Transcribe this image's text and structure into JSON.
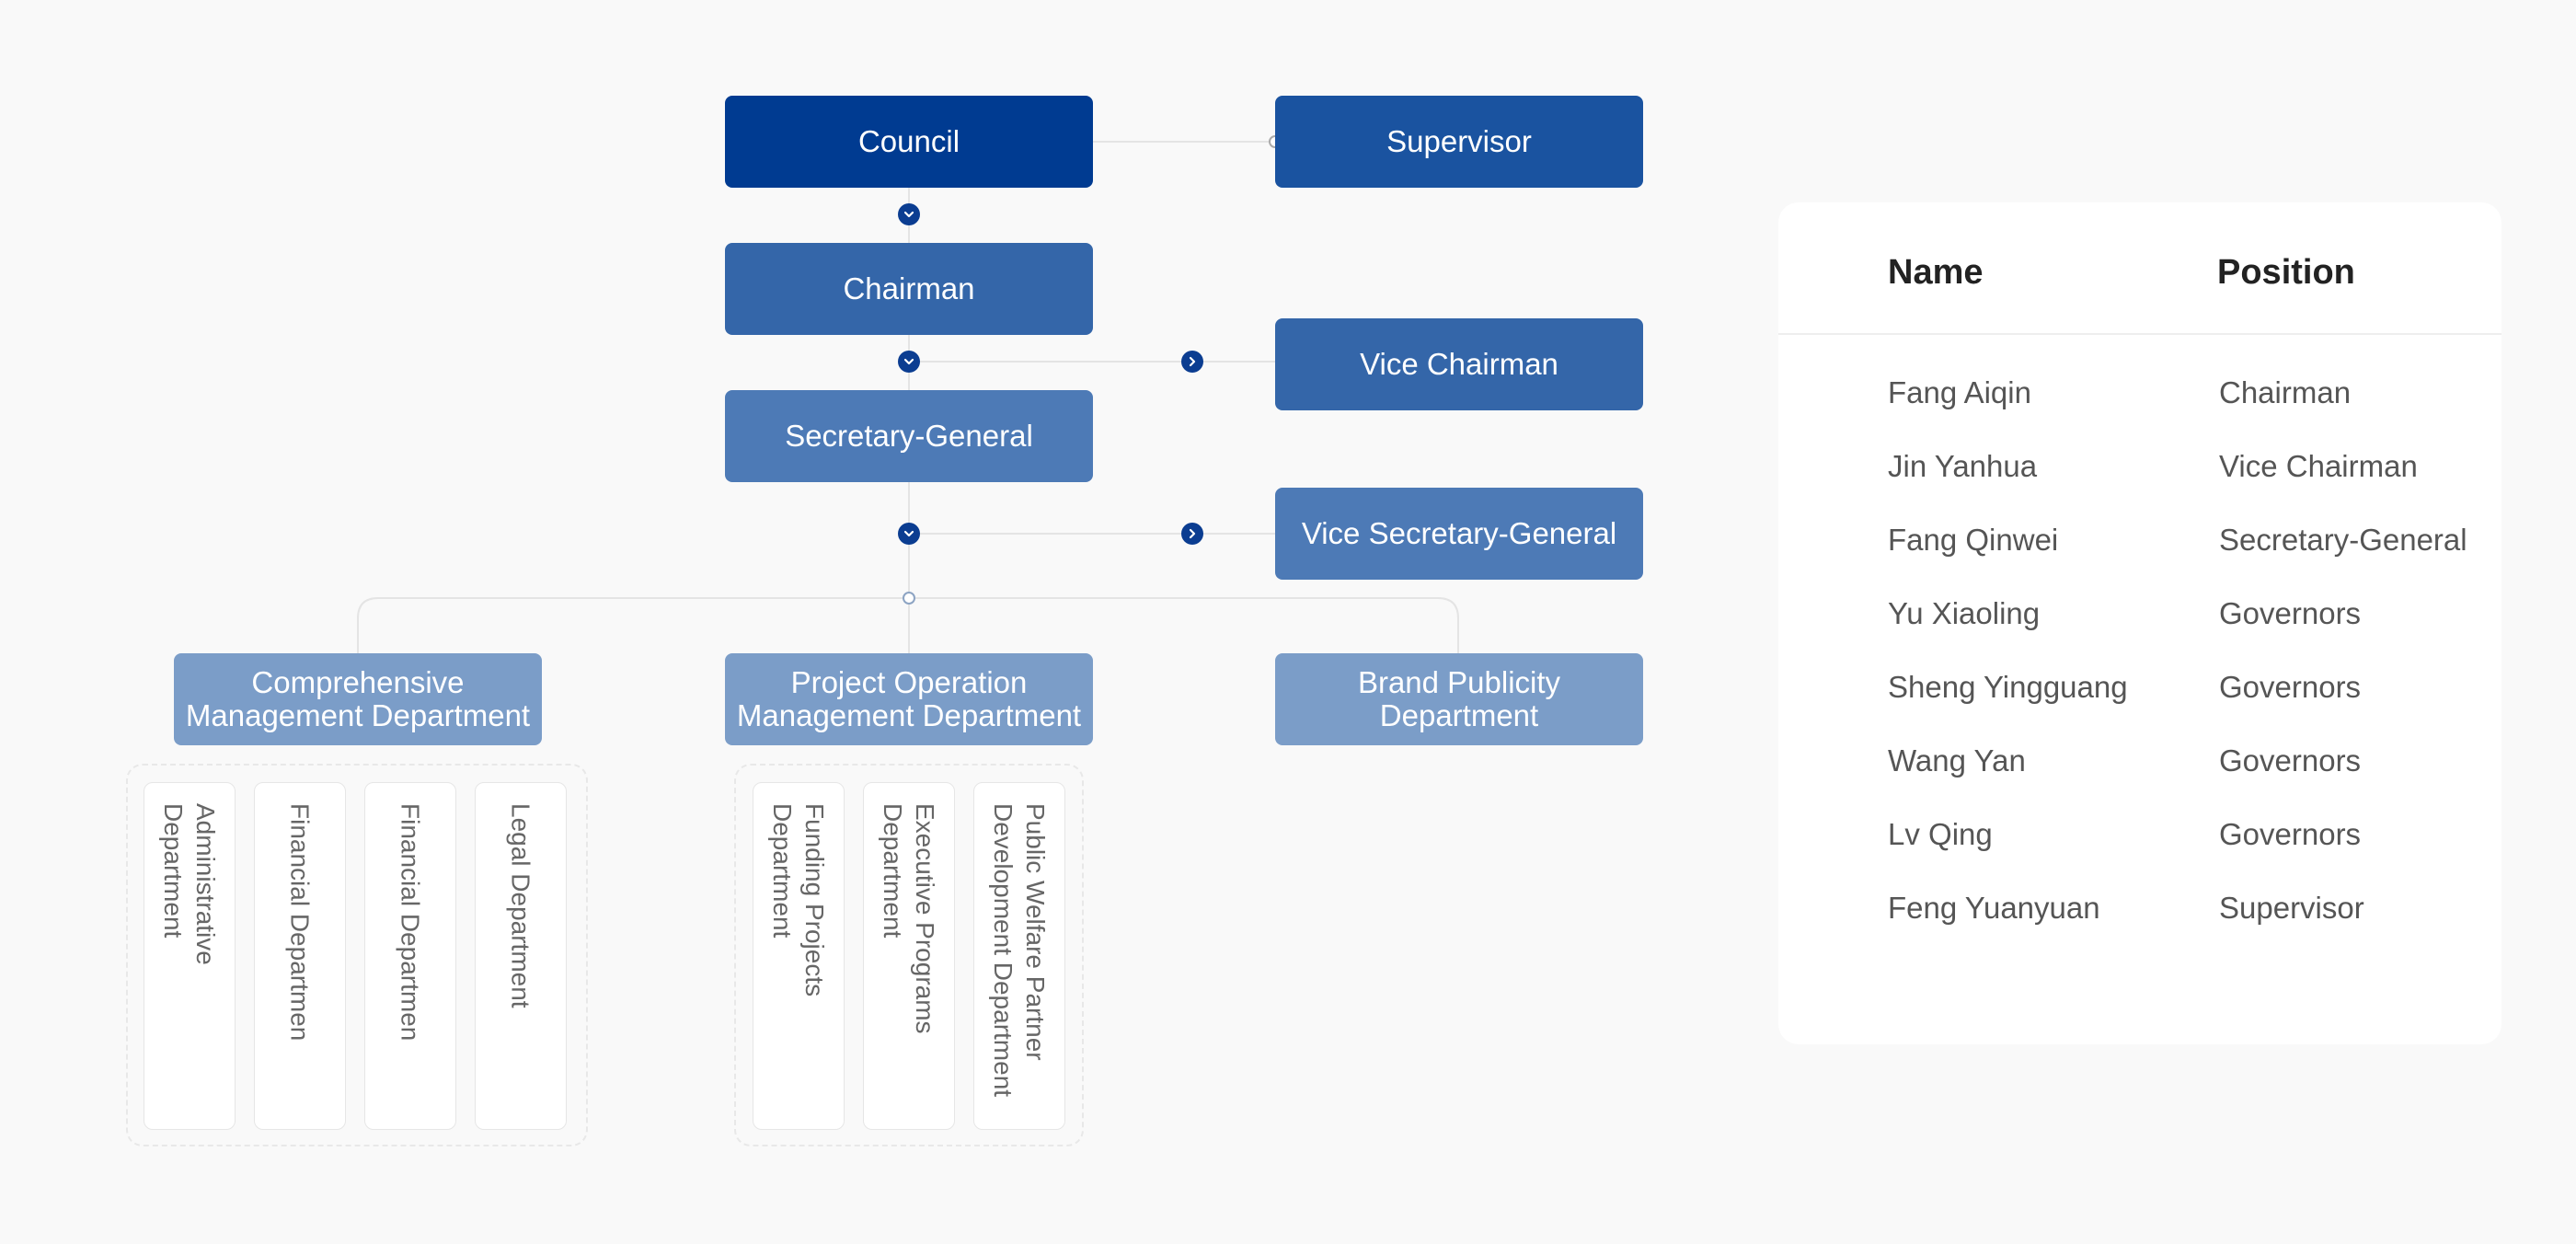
{
  "org_chart": {
    "council": "Council",
    "supervisor": "Supervisor",
    "chairman": "Chairman",
    "vice_chairman": "Vice Chairman",
    "secretary_general": "Secretary-General",
    "vice_secretary_general": "Vice Secretary-General",
    "departments": [
      {
        "name": "Comprehensive\nManagement Department",
        "sub": [
          "Administrative\nDepartment",
          "Financial Departmen",
          "Financial Departmen",
          "Legal Department"
        ]
      },
      {
        "name": "Project Operation\nManagement Department",
        "sub": [
          "Funding Projects\nDepartment",
          "Executive Programs\nDepartment",
          "Public Welfare Partner\nDevelopment Department"
        ]
      },
      {
        "name": "Brand Publicity\nDepartment",
        "sub": []
      }
    ]
  },
  "table": {
    "headers": [
      "Name",
      "Position"
    ],
    "rows": [
      [
        "Fang Aiqin",
        "Chairman"
      ],
      [
        "Jin Yanhua",
        "Vice Chairman"
      ],
      [
        "Fang Qinwei",
        "Secretary-General"
      ],
      [
        "Yu Xiaoling",
        "Governors"
      ],
      [
        "Sheng Yingguang",
        "Governors"
      ],
      [
        "Wang Yan",
        "Governors"
      ],
      [
        "Lv Qing",
        "Governors"
      ],
      [
        "Feng Yuanyuan",
        "Supervisor"
      ]
    ]
  },
  "icons": {
    "expand_down": "chevron-down-icon",
    "expand_right": "chevron-right-icon"
  },
  "colors": {
    "council": "#003b91",
    "level1": "#1a53a0",
    "level2": "#3466a9",
    "level3": "#4d7ab6",
    "department": "#7b9dc8",
    "background": "#f9f9f9"
  }
}
